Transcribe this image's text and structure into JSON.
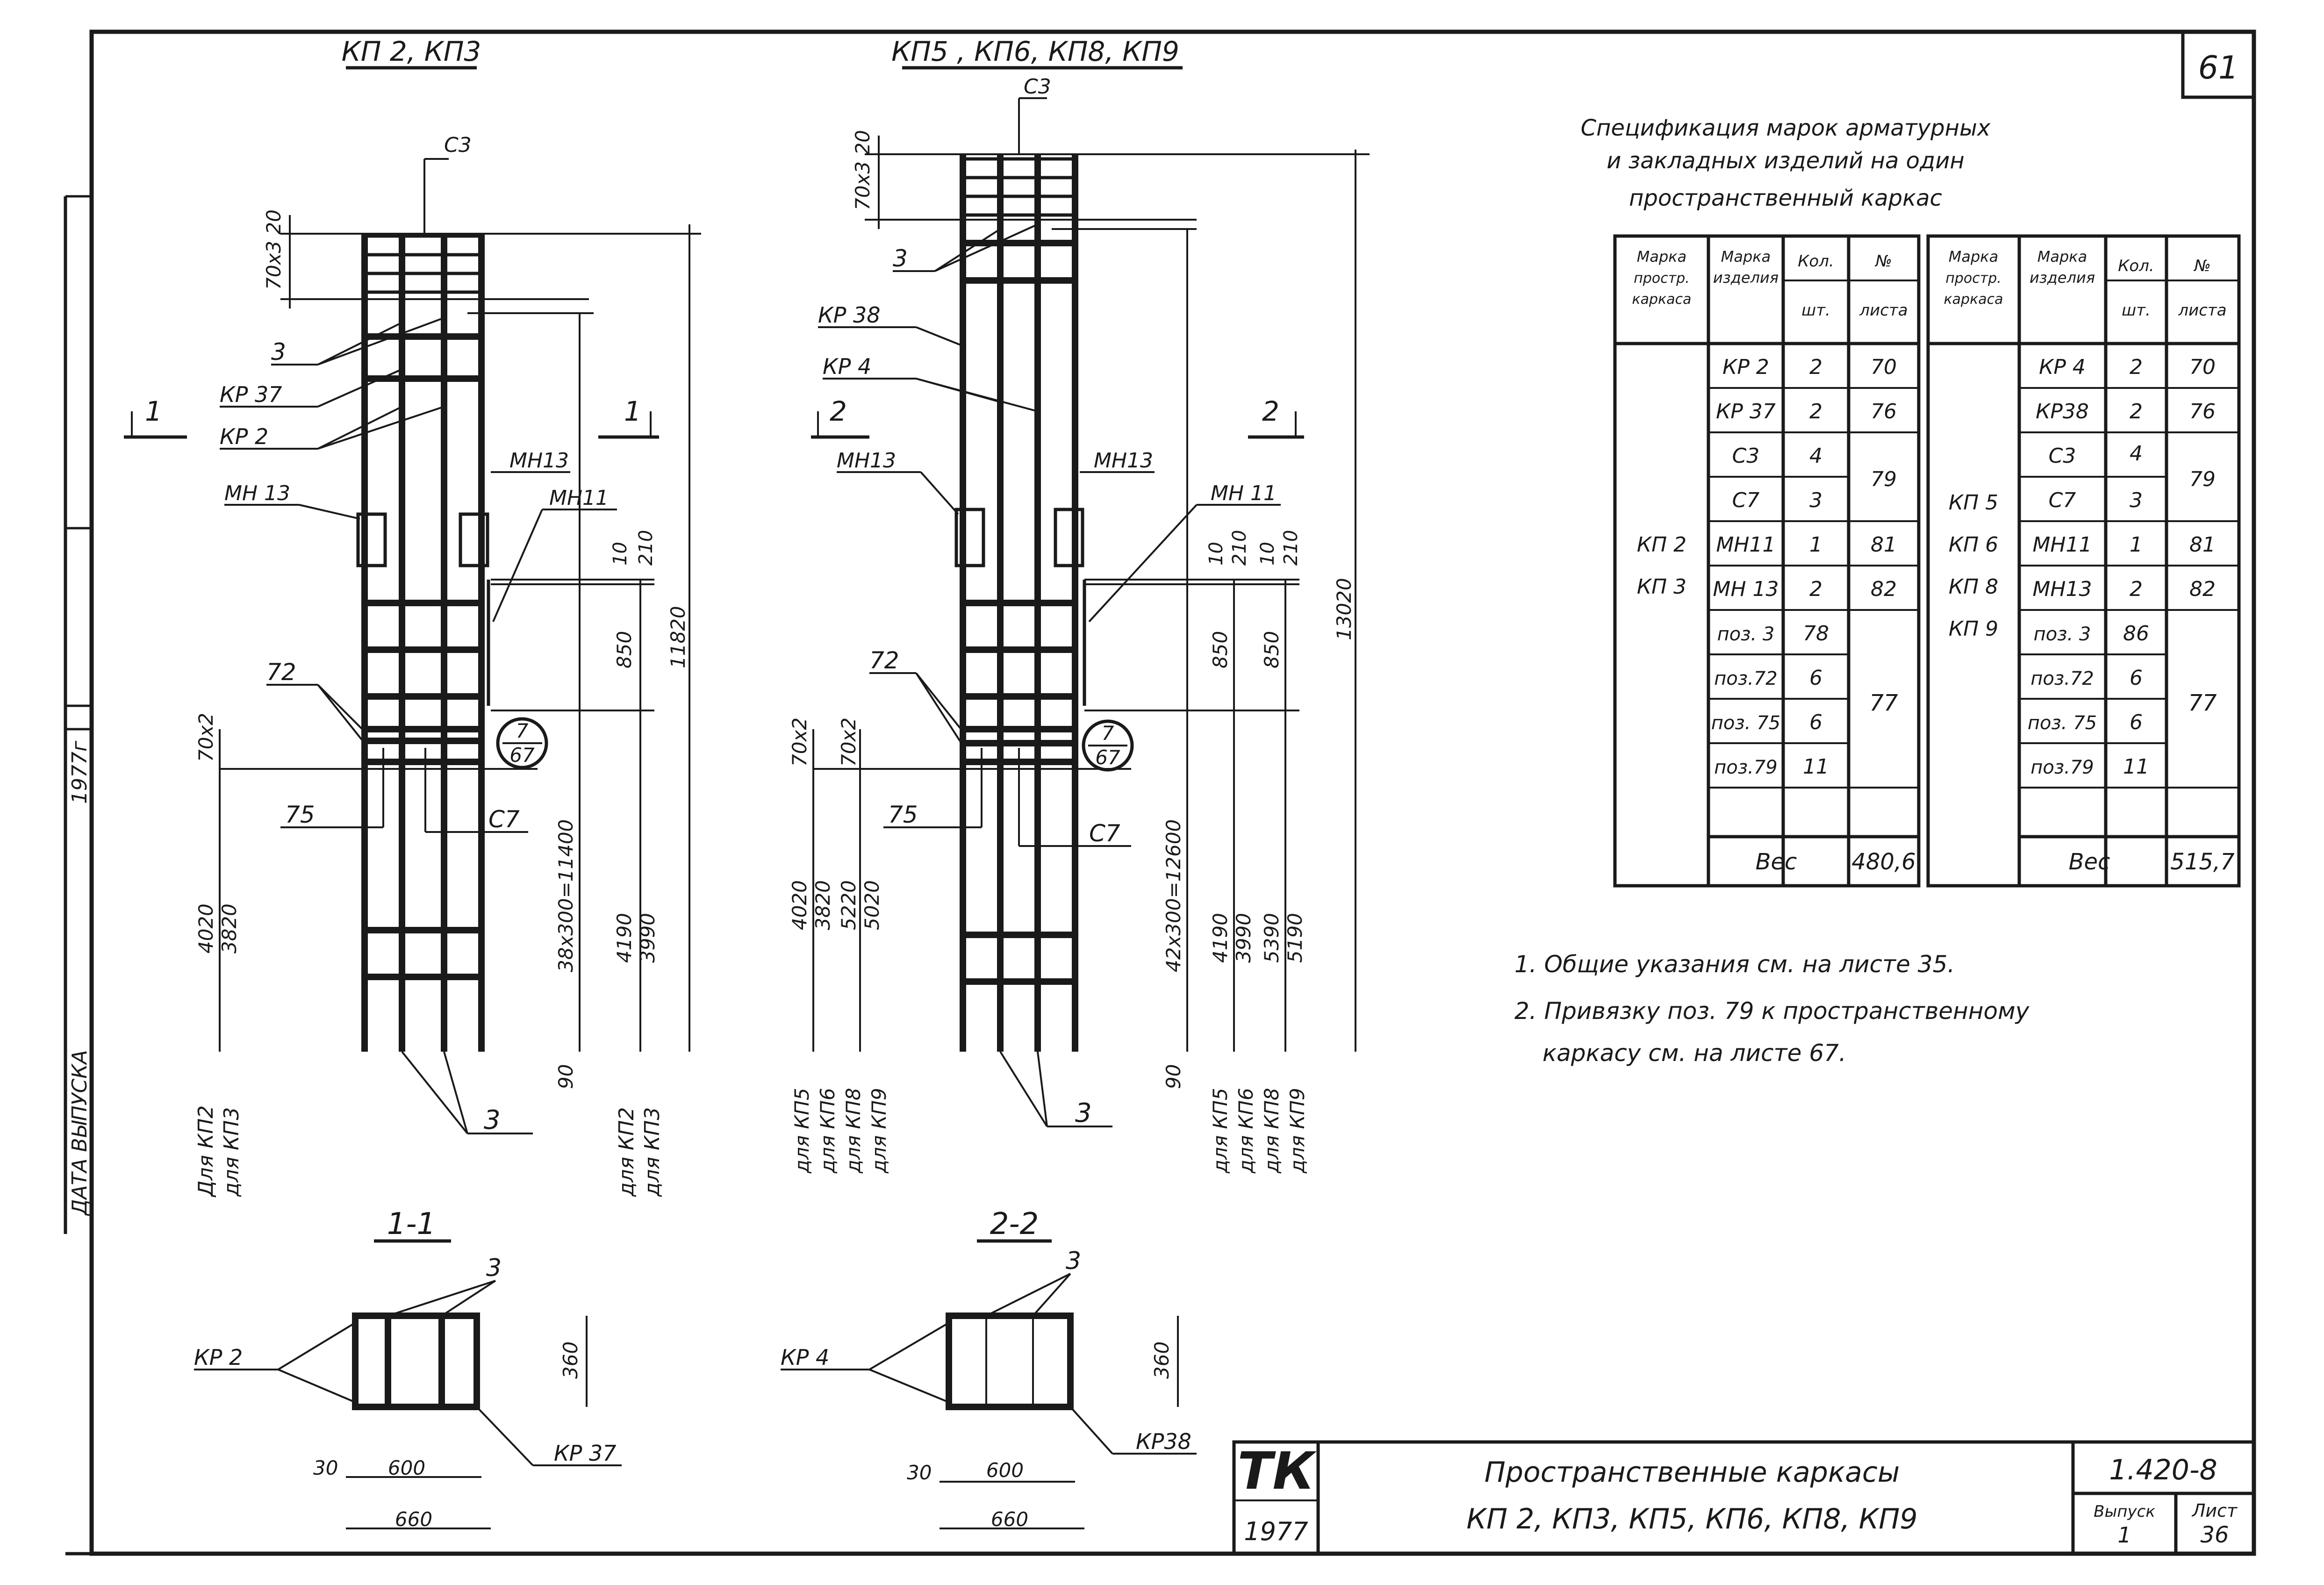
{
  "sheet_number": "61",
  "side_stamp": {
    "year": "1977г",
    "label": "ДАТА ВЫПУСКА"
  },
  "views": {
    "left_title": "КП 2, КП3",
    "right_title": "КП5 , КП6, КП8, КП9",
    "left_section_mark": "1",
    "right_section_mark": "2",
    "left_section_title": "1-1",
    "right_section_title": "2-2",
    "left_labels": {
      "c3": "С3",
      "top_dim": "70х3 20",
      "pos3": "3",
      "kr37": "КР 37",
      "kr2": "КР 2",
      "mn13_left": "МН 13",
      "mn13_right": "МН13",
      "mn11": "МН11",
      "pos72": "72",
      "pos75": "75",
      "c7": "С7",
      "dim_70x2": "70х2",
      "dim_10": "10",
      "dim_210": "210",
      "dim_850": "850",
      "dim_11820": "11820",
      "dim_4020": "4020",
      "dim_3820": "3820",
      "dim_38x300": "38х300=11400",
      "dim_4190": "4190",
      "dim_3990": "3990",
      "dim_90": "90",
      "callout_top": "7",
      "callout_bottom": "67",
      "for_kp2_a": "Для КП2",
      "for_kp3_a": "для КП3",
      "for_kp2_b": "для КП2",
      "for_kp3_b": "для КП3"
    },
    "right_labels": {
      "c3": "С3",
      "top_dim": "70х3 20",
      "pos3": "3",
      "kr38": "КР 38",
      "kr4": "КР 4",
      "mn13_left": "МН13",
      "mn13_right": "МН13",
      "mn11": "МН 11",
      "pos72": "72",
      "pos75": "75",
      "c7": "С7",
      "dim_70x2_a": "70х2",
      "dim_70x2_b": "70х2",
      "dim_10": "10",
      "dim_210": "210",
      "dim_850": "850",
      "dim_13020": "13020",
      "dim_4020": "4020",
      "dim_3820": "3820",
      "dim_5220": "5220",
      "dim_5020": "5020",
      "dim_42x300": "42х300=12600",
      "dim_4190": "4190",
      "dim_3990": "3990",
      "dim_5390": "5390",
      "dim_5190": "5190",
      "dim_90": "90",
      "callout_top": "7",
      "callout_bottom": "67",
      "for_kp5": "для КП5",
      "for_kp6": "для КП6",
      "for_kp8": "для КП8",
      "for_kp9": "для КП9"
    },
    "section_left": {
      "kr2": "КР 2",
      "kr37": "КР 37",
      "pos3": "3",
      "dim_360": "360",
      "dim_30": "30",
      "dim_600": "600",
      "dim_660": "660"
    },
    "section_right": {
      "kr4": "КР 4",
      "kr38": "КР38",
      "pos3": "3",
      "dim_360": "360",
      "dim_30": "30",
      "dim_600": "600",
      "dim_660": "660"
    }
  },
  "specification": {
    "title_lines": [
      "Спецификация марок арматурных",
      "и закладных изделий на один",
      "пространственный каркас"
    ],
    "headers": {
      "frame_mark": [
        "Марка",
        "простр.",
        "каркаса"
      ],
      "item_mark": [
        "Марка",
        "изделия"
      ],
      "qty": [
        "Кол.",
        "шт."
      ],
      "sheet_no": [
        "№",
        "листа"
      ]
    },
    "left_table": {
      "frames": [
        "КП 2",
        "КП 3"
      ],
      "rows": [
        {
          "item": "КР 2",
          "qty": "2",
          "sheet": "70"
        },
        {
          "item": "КР 37",
          "qty": "2",
          "sheet": "76"
        },
        {
          "item": "С3",
          "qty": "4",
          "sheet": "79"
        },
        {
          "item": "С7",
          "qty": "3",
          "sheet": ""
        },
        {
          "item": "МН11",
          "qty": "1",
          "sheet": "81"
        },
        {
          "item": "МН 13",
          "qty": "2",
          "sheet": "82"
        },
        {
          "item": "поз. 3",
          "qty": "78",
          "sheet": "77"
        },
        {
          "item": "поз.72",
          "qty": "6",
          "sheet": ""
        },
        {
          "item": "поз. 75",
          "qty": "6",
          "sheet": ""
        },
        {
          "item": "поз.79",
          "qty": "11",
          "sheet": ""
        }
      ],
      "weight_label": "Вес",
      "weight": "480,6"
    },
    "right_table": {
      "frames": [
        "КП 5",
        "КП 6",
        "КП 8",
        "КП 9"
      ],
      "rows": [
        {
          "item": "КР 4",
          "qty": "2",
          "sheet": "70"
        },
        {
          "item": "КР38",
          "qty": "2",
          "sheet": "76"
        },
        {
          "item": "С3",
          "qty": "4",
          "sheet": "79"
        },
        {
          "item": "С7",
          "qty": "3",
          "sheet": ""
        },
        {
          "item": "МН11",
          "qty": "1",
          "sheet": "81"
        },
        {
          "item": "МН13",
          "qty": "2",
          "sheet": "82"
        },
        {
          "item": "поз. 3",
          "qty": "86",
          "sheet": "77"
        },
        {
          "item": "поз.72",
          "qty": "6",
          "sheet": ""
        },
        {
          "item": "поз. 75",
          "qty": "6",
          "sheet": ""
        },
        {
          "item": "поз.79",
          "qty": "11",
          "sheet": ""
        }
      ],
      "weight_label": "Вес",
      "weight": "515,7"
    }
  },
  "notes": [
    "1. Общие указания см. на листе 35.",
    "2. Привязку поз. 79 к пространственному",
    "каркасу см. на листе 67."
  ],
  "title_block": {
    "logo": "ТК",
    "logo_year": "1977",
    "title_line1": "Пространственные каркасы",
    "title_line2": "КП 2, КП3, КП5, КП6, КП8, КП9",
    "series": "1.420-8",
    "issue_label": "Выпуск",
    "issue": "1",
    "sheet_label": "Лист",
    "sheet": "36"
  }
}
